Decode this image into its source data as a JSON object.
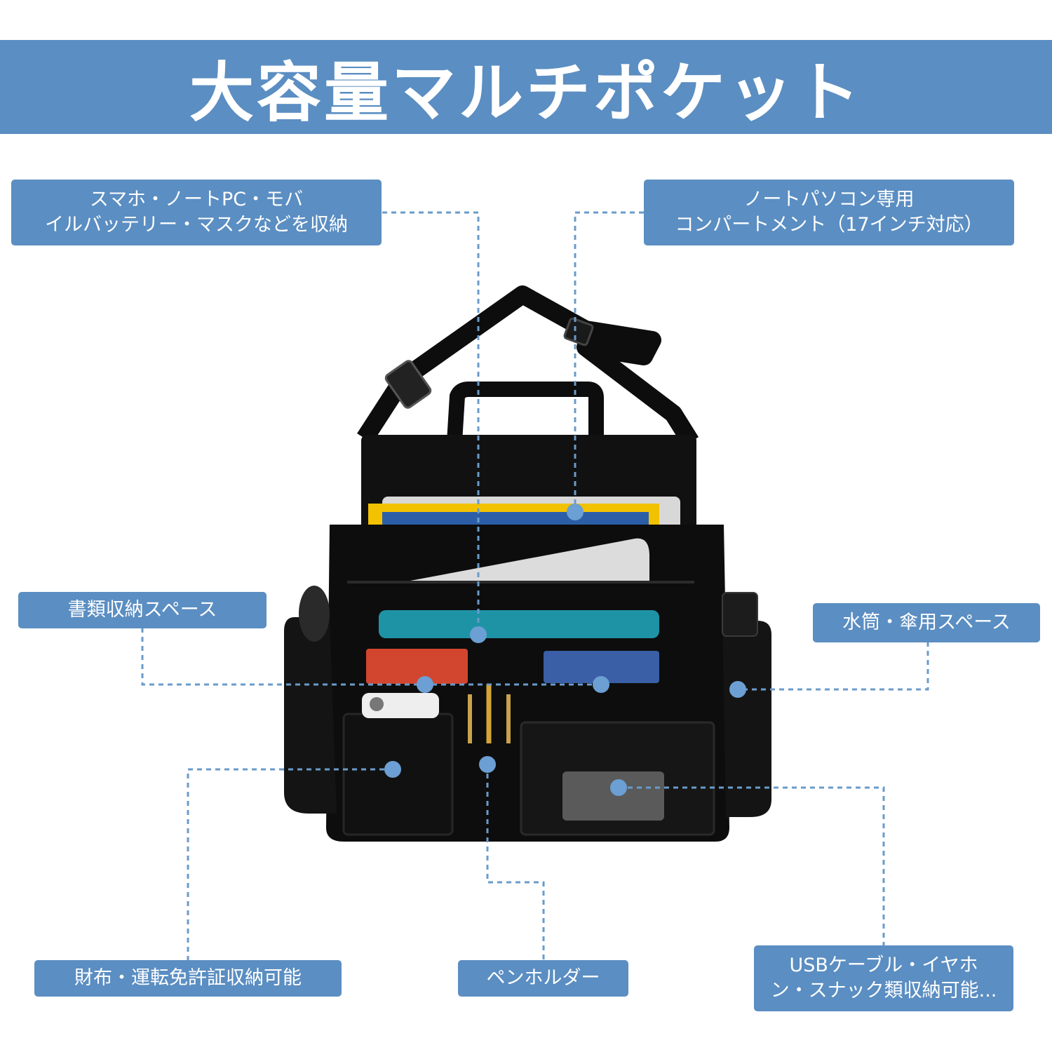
{
  "banner": {
    "title": "大容量マルチポケット"
  },
  "labels": {
    "phone_pocket": {
      "line1": "スマホ・ノートPC・モバ",
      "line2": "イルバッテリー・マスクなどを収納"
    },
    "laptop_compartment": {
      "line1": "ノートパソコン専用",
      "line2": "コンパートメント（17インチ対応）"
    },
    "document_space": {
      "text": "書類収納スペース"
    },
    "bottle_umbrella": {
      "text": "水筒・傘用スペース"
    },
    "wallet_license": {
      "text": "財布・運転免許証収納可能"
    },
    "pen_holder": {
      "text": "ペンホルダー"
    },
    "usb_snack": {
      "line1": "USBケーブル・イヤホ",
      "line2": "ン・スナック類収納可能..."
    }
  },
  "colors": {
    "accent": "#5b8ec2",
    "bag": "#0d0d0d",
    "leader": "#6a9bcb",
    "dot": "#6c9fd3"
  }
}
